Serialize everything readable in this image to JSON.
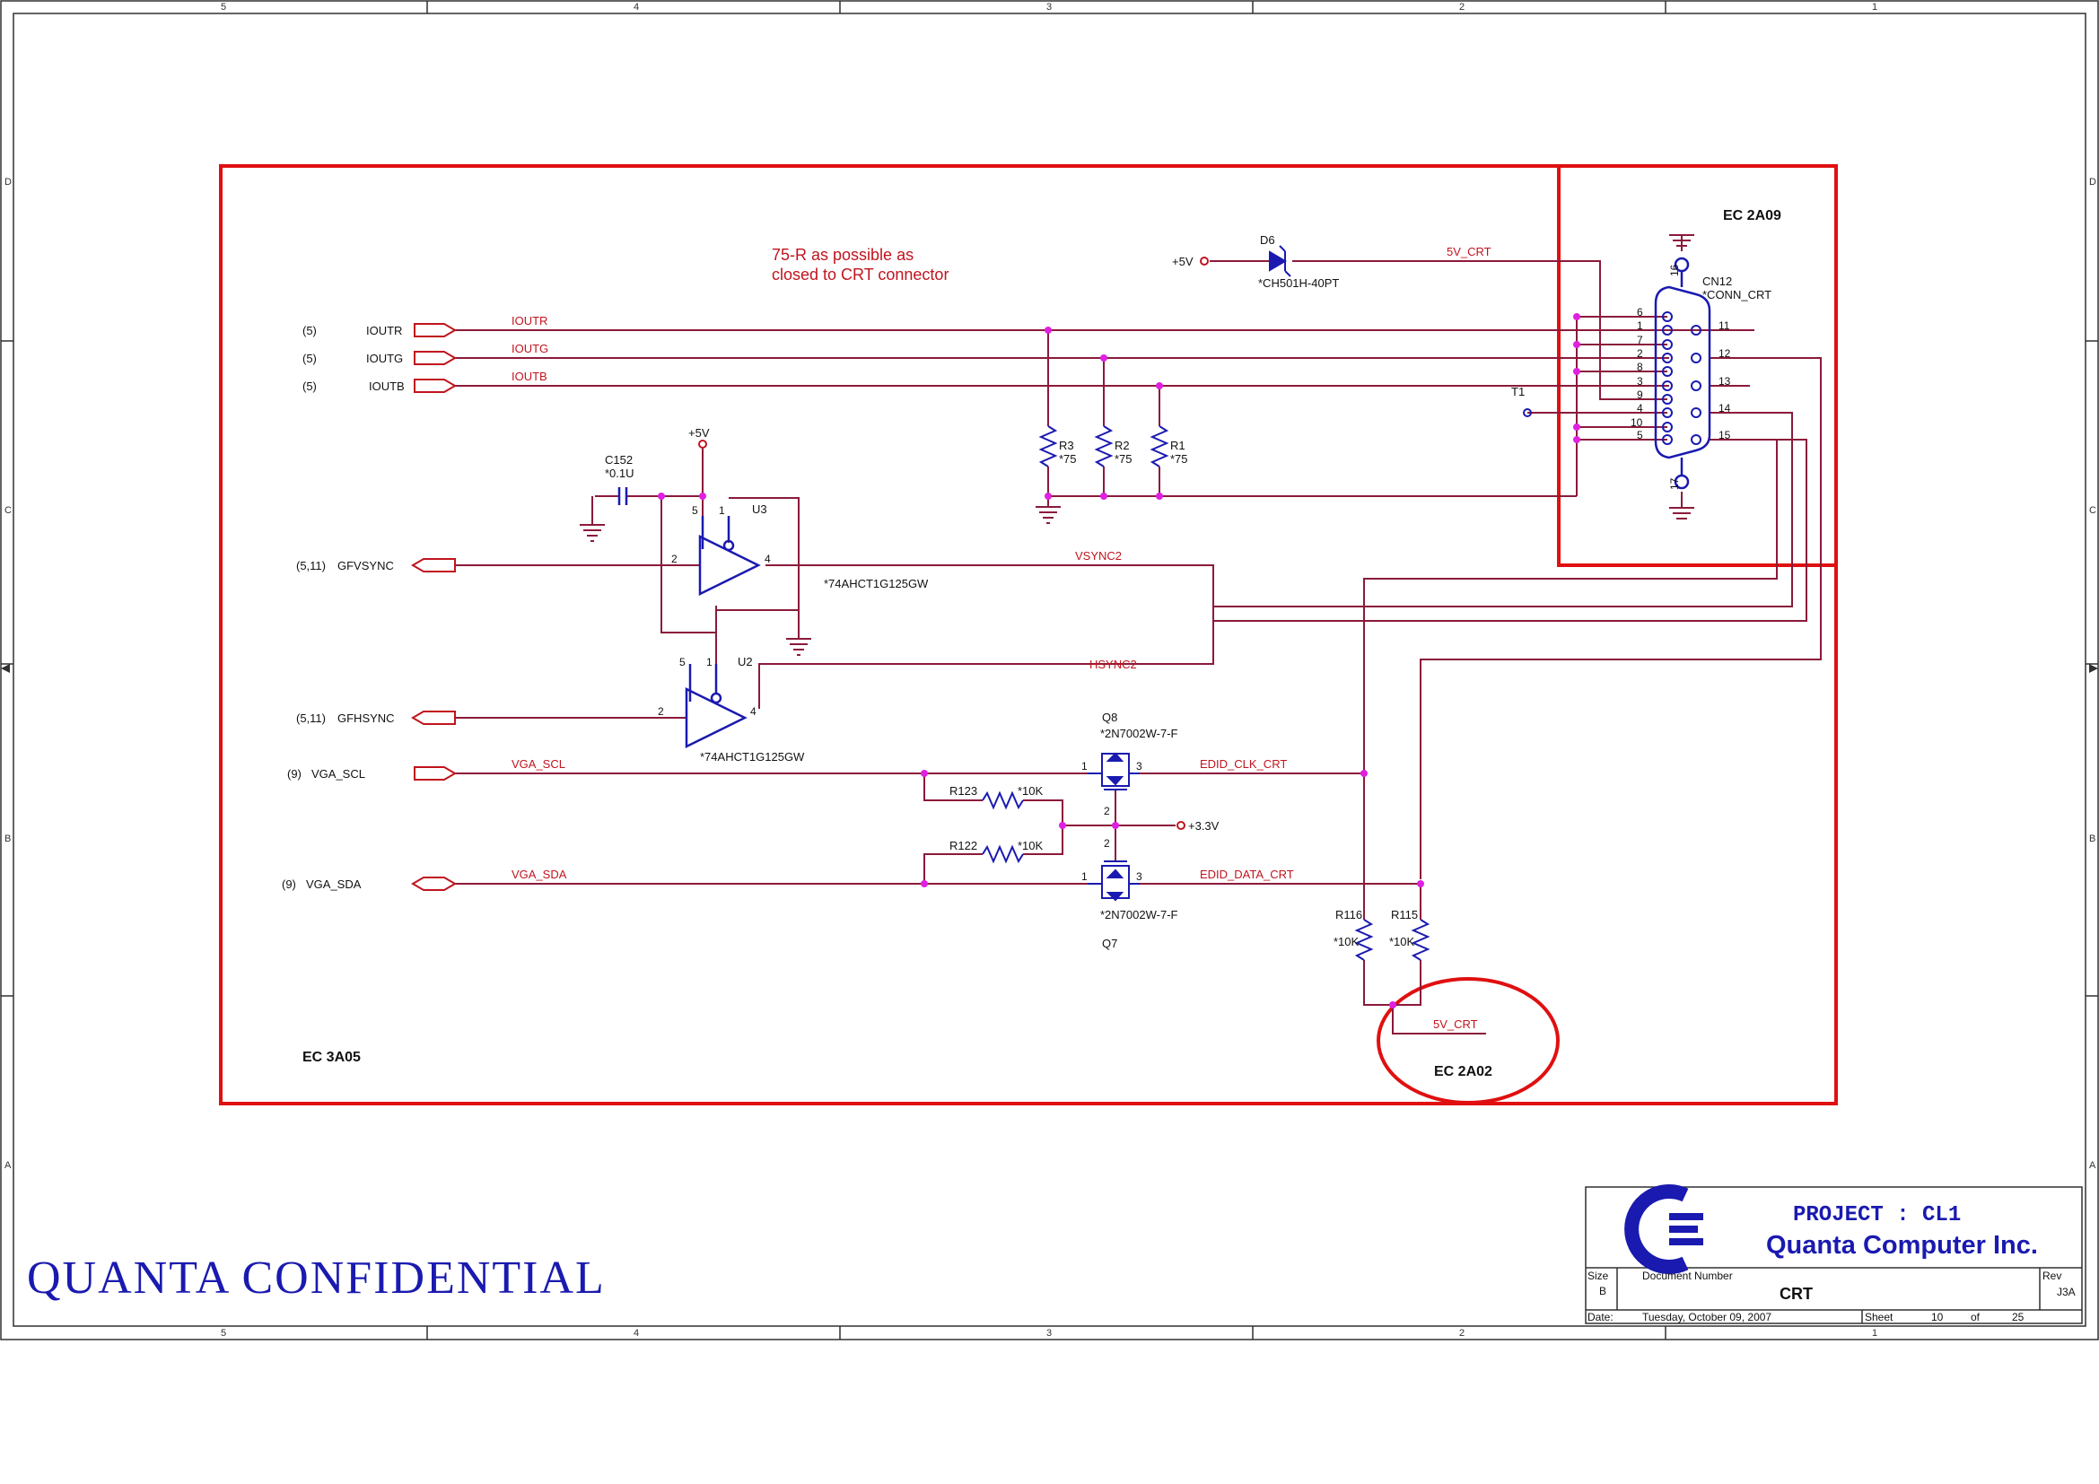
{
  "frame": {
    "col_numbers": [
      "5",
      "4",
      "3",
      "2",
      "1"
    ],
    "row_letters": [
      "D",
      "C",
      "B",
      "A"
    ]
  },
  "colors": {
    "net": "#8b1a3a",
    "component": "#1a1ab0",
    "label_red": "#c0141e",
    "junction": "#e020e0",
    "ec_box": "#e01010",
    "frame": "#303030"
  },
  "notes": {
    "note_line1": "75-R as possible as",
    "note_line2": "closed to CRT connector",
    "ec_2a09": "EC 2A09",
    "ec_3a05": "EC 3A05",
    "ec_2a02": "EC 2A02"
  },
  "inputs": {
    "ioutr_ref": "(5)",
    "ioutr_name": "IOUTR",
    "ioutg_ref": "(5)",
    "ioutg_name": "IOUTG",
    "ioutb_ref": "(5)",
    "ioutb_name": "IOUTB",
    "vsync_ref": "(5,11)",
    "vsync_name": "GFVSYNC",
    "hsync_ref": "(5,11)",
    "hsync_name": "GFHSYNC",
    "scl_ref": "(9)",
    "scl_name": "VGA_SCL",
    "sda_ref": "(9)",
    "sda_name": "VGA_SDA"
  },
  "nets": {
    "ioutr": "IOUTR",
    "ioutg": "IOUTG",
    "ioutb": "IOUTB",
    "vsync2": "VSYNC2",
    "hsync2": "HSYNC2",
    "vga_scl": "VGA_SCL",
    "vga_sda": "VGA_SDA",
    "edid_clk": "EDID_CLK_CRT",
    "edid_data": "EDID_DATA_CRT",
    "crt5v_top": "5V_CRT",
    "crt5v_bottom": "5V_CRT",
    "p5v_d6": "+5V",
    "p5v_u3": "+5V",
    "p3v3": "+3.3V"
  },
  "components": {
    "d6": {
      "ref": "D6",
      "value": "*CH501H-40PT"
    },
    "cn12": {
      "ref": "CN12",
      "value": "*CONN_CRT",
      "pin_top": "16",
      "pin_bottom": "17",
      "left_pins": [
        "6",
        "1",
        "7",
        "2",
        "8",
        "3",
        "9",
        "4",
        "10",
        "5"
      ],
      "right_pins": [
        "11",
        "12",
        "13",
        "14",
        "15"
      ]
    },
    "t1": {
      "ref": "T1"
    },
    "r3": {
      "ref": "R3",
      "value": "*75"
    },
    "r2": {
      "ref": "R2",
      "value": "*75"
    },
    "r1": {
      "ref": "R1",
      "value": "*75"
    },
    "c152": {
      "ref": "C152",
      "value": "*0.1U"
    },
    "u3": {
      "ref": "U3",
      "value": "*74AHCT1G125GW",
      "pin_vcc": "5",
      "pin_oe": "1",
      "pin_in": "2",
      "pin_out": "4"
    },
    "u2": {
      "ref": "U2",
      "value": "*74AHCT1G125GW",
      "pin_vcc": "5",
      "pin_oe": "1",
      "pin_in": "2",
      "pin_out": "4"
    },
    "q8": {
      "ref": "Q8",
      "value": "*2N7002W-7-F",
      "pin_s": "1",
      "pin_d": "3",
      "pin_g": "2"
    },
    "q7": {
      "ref": "Q7",
      "value": "*2N7002W-7-F",
      "pin_s": "1",
      "pin_d": "3",
      "pin_g": "2"
    },
    "r123": {
      "ref": "R123",
      "value": "*10K"
    },
    "r122": {
      "ref": "R122",
      "value": "*10K"
    },
    "r116": {
      "ref": "R116",
      "value": "*10K"
    },
    "r115": {
      "ref": "R115",
      "value": "*10K"
    }
  },
  "title_block": {
    "project": "PROJECT : CL1",
    "company": "Quanta Computer Inc.",
    "size_label": "Size",
    "size_value": "B",
    "docnum_label": "Document Number",
    "docnum_value": "CRT",
    "rev_label": "Rev",
    "rev_value": "J3A",
    "date_label": "Date:",
    "date_value": "Tuesday, October 09, 2007",
    "sheet_label": "Sheet",
    "sheet_value": "10",
    "of_label": "of",
    "total_sheets": "25"
  },
  "watermark": {
    "confidential": "QUANTA CONFIDENTIAL"
  }
}
